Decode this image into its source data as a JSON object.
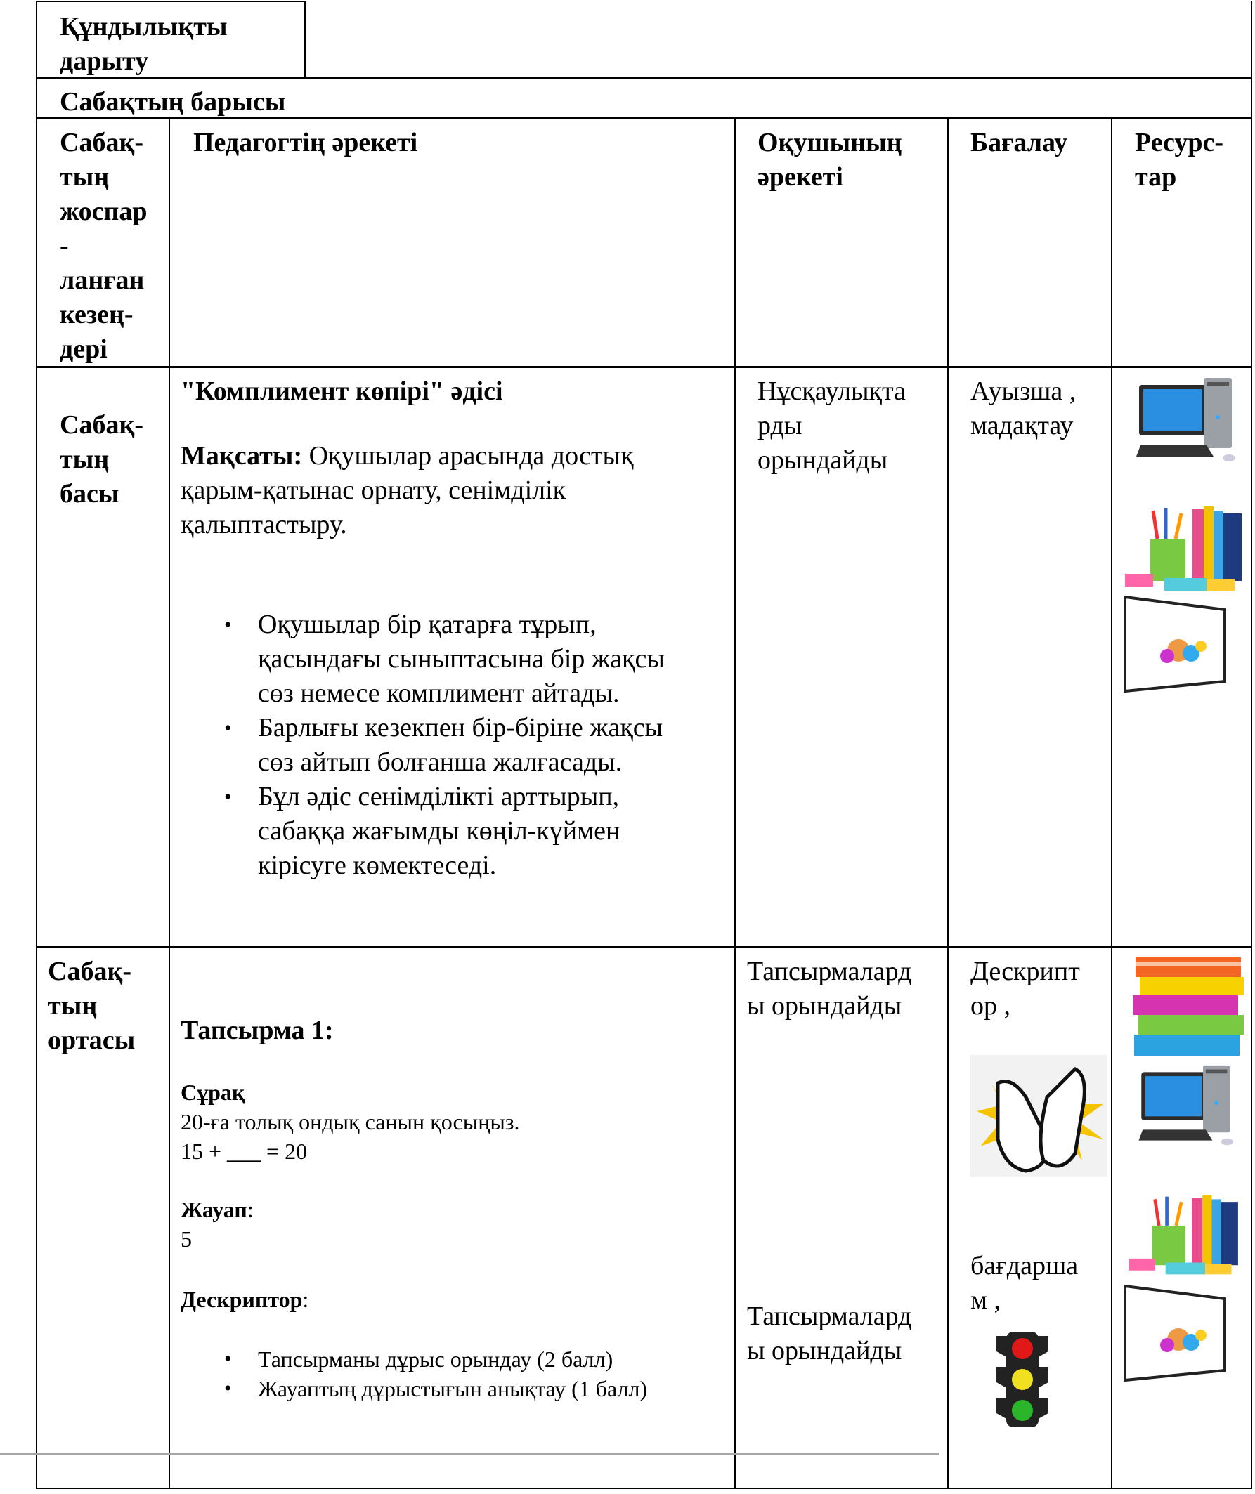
{
  "top": {
    "value_label": [
      "Құндылықты",
      "дарыту"
    ]
  },
  "section_title": "Сабақтың барысы",
  "headers": {
    "stage": [
      "Сабақ-",
      "тың",
      "жоспар",
      "-",
      "ланған",
      "кезең-",
      "дері"
    ],
    "teacher": "Педагогтің әрекеті",
    "student": [
      "Оқушының",
      "әрекеті"
    ],
    "assessment": "Бағалау",
    "resources": [
      "Ресурс-",
      "тар"
    ]
  },
  "rows": [
    {
      "stage": [
        "Сабақ-",
        "тың",
        "басы"
      ],
      "teacher": {
        "title": "\"Комплимент көпірі\" әдісі",
        "goal_label": "Мақсаты:",
        "goal_lines": [
          " Оқушылар арасында достық",
          "қарым-қатынас орнату, сенімділік",
          "қалыптастыру."
        ],
        "bullets": [
          [
            "Оқушылар бір қатарға тұрып,",
            "қасындағы сыныптасына бір жақсы",
            "сөз немесе комплимент айтады."
          ],
          [
            "Барлығы кезекпен бір-біріне жақсы",
            "сөз айтып болғанша жалғасады."
          ],
          [
            "Бұл әдіс сенімділікті арттырып,",
            "сабаққа жағымды көңіл-күймен",
            "кірісуге көмектеседі."
          ]
        ]
      },
      "student": [
        "Нұсқаулықта",
        "рды",
        "орындайды"
      ],
      "assessment": [
        "Ауызша  ,",
        "мадақтау"
      ],
      "resources": [
        "computer-icon",
        "stationery-icon",
        "whiteboard-icon"
      ]
    },
    {
      "stage": [
        "Сабақ-",
        "тың",
        "ортасы"
      ],
      "teacher": {
        "task_title": "Тапсырма 1:",
        "question_label": "Сұрақ",
        "question_lines": [
          "20-ға толық ондық санын қосыңыз.",
          "15 + ___ = 20"
        ],
        "answer_label": "Жауап",
        "answer_colon": ":",
        "answer": "5",
        "descriptor_label": "Дескриптор",
        "descriptor_colon": ":",
        "bullets": [
          "Тапсырманы дұрыс орындау (2 балл)",
          "Жауаптың дұрыстығын анықтау (1 балл)"
        ]
      },
      "student": [
        "Тапсырмалард",
        "ы  орындайды",
        "Тапсырмалард",
        "ы  орындайды"
      ],
      "assessment": [
        "Дескрипт",
        "ор  ,",
        "бағдарша",
        "м  ,"
      ],
      "resources": [
        "books-icon",
        "computer-icon",
        "stationery-icon",
        "whiteboard-icon"
      ]
    }
  ],
  "colors": {
    "border": "#000000",
    "footer_rule": "#a6a6a6"
  }
}
